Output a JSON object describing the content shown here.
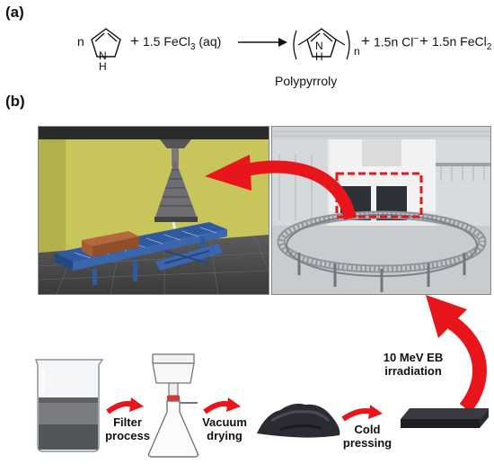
{
  "panel_a": {
    "label": "(a)",
    "reaction": {
      "monomer_coeff": "n",
      "monomer_nh": "N\nH",
      "plus1": "+",
      "reagent": "1.5 FeCl",
      "reagent_sub": "3",
      "reagent_state": " (aq)",
      "polymer_name": "Polypyrroly",
      "polymer_n": "n",
      "plus2": "+",
      "product1": "1.5n Cl",
      "product1_sup": "−",
      "plus3": "+",
      "product2": "1.5n FeCl",
      "product2_sub": "2"
    }
  },
  "panel_b": {
    "label": "(b)",
    "steps": {
      "filter": "Filter\nprocess",
      "vacuum": "Vacuum\ndrying",
      "cold": "Cold\npressing",
      "irradiation": "10 MeV EB\nirradiation"
    }
  },
  "colors": {
    "arrow_red": "#e8151b",
    "wall_yellow": "#c8c65a",
    "conveyor_blue": "#2f5aa0"
  }
}
